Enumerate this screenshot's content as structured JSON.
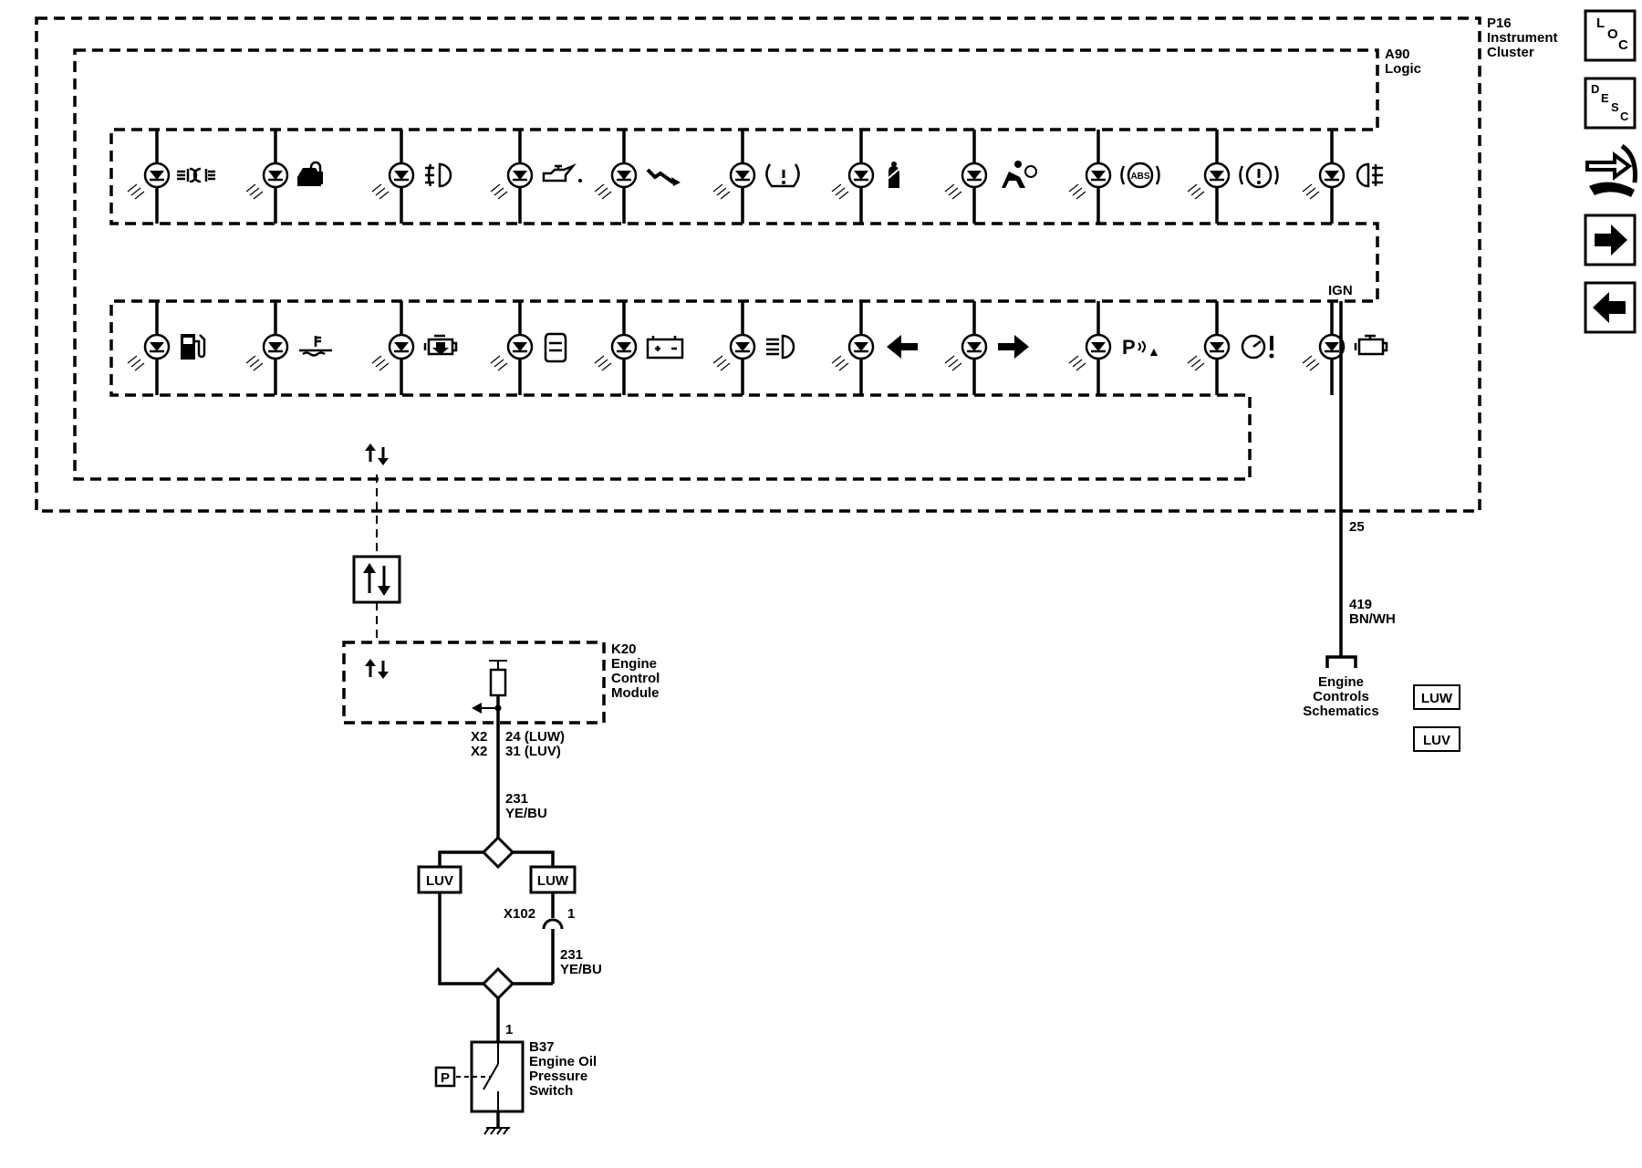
{
  "modules": {
    "cluster": {
      "id": "P16",
      "name_line1": "Instrument",
      "name_line2": "Cluster"
    },
    "logic": {
      "id": "A90",
      "name": "Logic"
    },
    "ecm": {
      "id": "K20",
      "name_line1": "Engine",
      "name_line2": "Control",
      "name_line3": "Module"
    },
    "switch": {
      "id": "B37",
      "name_line1": "Engine Oil",
      "name_line2": "Pressure",
      "name_line3": "Switch"
    }
  },
  "indicators": {
    "row1": [
      "parking-lamps-icon",
      "security-lock-icon",
      "front-fog-icon",
      "oil-can-icon",
      "low-oil-icon",
      "tire-pressure-icon",
      "seatbelt-icon",
      "airbag-icon",
      "abs-icon",
      "brake-warning-icon",
      "rear-fog-icon"
    ],
    "row2": [
      "low-fuel-icon",
      "coolant-temp-icon",
      "check-engine-icon",
      "door-ajar-icon",
      "battery-icon",
      "high-beam-icon",
      "turn-left-icon",
      "turn-right-icon",
      "park-assist-icon",
      "power-steering-icon",
      "service-engine-icon"
    ],
    "abs_text": "ABS",
    "park_text": "P",
    "park_sub": "▲"
  },
  "labels": {
    "ign": "IGN",
    "cluster_pin": "25",
    "circuit_419": "419",
    "color_bnwh": "BN/WH",
    "engine_controls_1": "Engine",
    "engine_controls_2": "Controls",
    "engine_controls_3": "Schematics",
    "x2_a": "X2",
    "x2_b": "X2",
    "pin_luw": "24 (LUW)",
    "pin_luv": "31 (LUV)",
    "circuit_231_top": "231",
    "color_yebu_top": "YE/BU",
    "circuit_231_bot": "231",
    "color_yebu_bot": "YE/BU",
    "x102": "X102",
    "x102_pin": "1",
    "switch_pin": "1",
    "option_luv": "LUV",
    "option_luw": "LUW",
    "legend_luw": "LUW",
    "legend_luv": "LUV",
    "pressure_p": "P"
  },
  "nav": {
    "loc": [
      "L",
      "O",
      "C"
    ],
    "desc": [
      "D",
      "E",
      "S",
      "C"
    ]
  }
}
